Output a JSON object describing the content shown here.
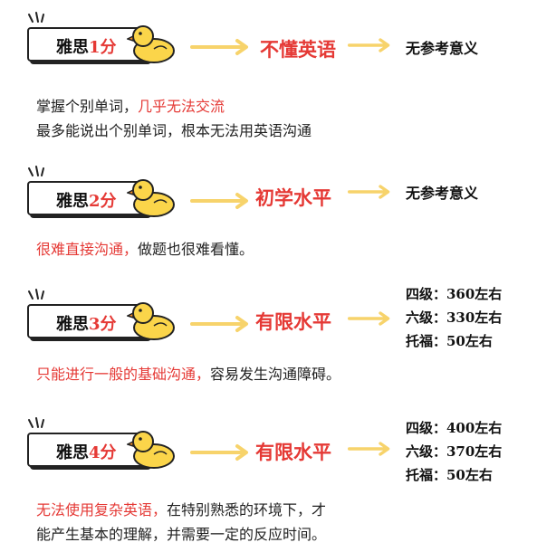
{
  "sections": [
    {
      "badge_prefix": "雅思",
      "score": "1分",
      "level": "不懂英语",
      "reference": "无参考意义",
      "desc_lines": [
        {
          "plain": "掌握个别单词，",
          "red": "几乎无法交流",
          "after": ""
        },
        {
          "plain": "最多能说出个别单词，根本无法用英语沟通",
          "red": "",
          "after": ""
        }
      ]
    },
    {
      "badge_prefix": "雅思",
      "score": "2分",
      "level": "初学水平",
      "reference": "无参考意义",
      "desc_lines": [
        {
          "plain": "",
          "red": "很难直接沟通，",
          "after": "做题也很难看懂。"
        }
      ]
    },
    {
      "badge_prefix": "雅思",
      "score": "3分",
      "level": "有限水平",
      "exams": [
        "四级：360左右",
        "六级：330左右",
        "托福：50左右"
      ],
      "desc_lines": [
        {
          "plain": "",
          "red": "只能进行一般的基础沟通，",
          "after": "容易发生沟通障碍。"
        }
      ]
    },
    {
      "badge_prefix": "雅思",
      "score": "4分",
      "level": "有限水平",
      "exams": [
        "四级：400左右",
        "六级：370左右",
        "托福：50左右"
      ],
      "desc_lines": [
        {
          "plain": "",
          "red": "无法使用复杂英语，",
          "after": "在特别熟悉的环境下，才"
        },
        {
          "plain": "能产生基本的理解，并需要一定的反应时间。",
          "red": "",
          "after": ""
        }
      ]
    }
  ],
  "colors": {
    "accent_red": "#e53935",
    "duck_yellow": "#fbd54a",
    "arrow_yellow": "#f7d36b"
  },
  "icons": {
    "duck": "rubber-duck-icon",
    "arrow": "arrow-right-icon",
    "sparkle": "sparkle-lines-icon"
  }
}
